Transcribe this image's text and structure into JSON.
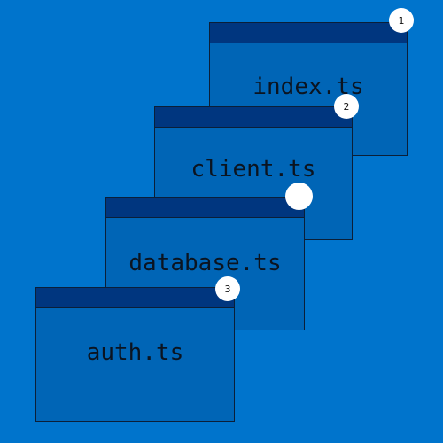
{
  "background_color": "#0074CC",
  "windows": [
    {
      "filename": "index.ts"
    },
    {
      "filename": "client.ts"
    },
    {
      "filename": "database.ts"
    },
    {
      "filename": "auth.ts"
    }
  ],
  "badges": {
    "first": "1",
    "second": "2",
    "third": "3",
    "unlabeled": ""
  },
  "colors": {
    "window_fill": "#0065B6",
    "titlebar_fill": "#00367F",
    "border": "#0B1F38",
    "badge_fill": "#FFFFFF"
  }
}
